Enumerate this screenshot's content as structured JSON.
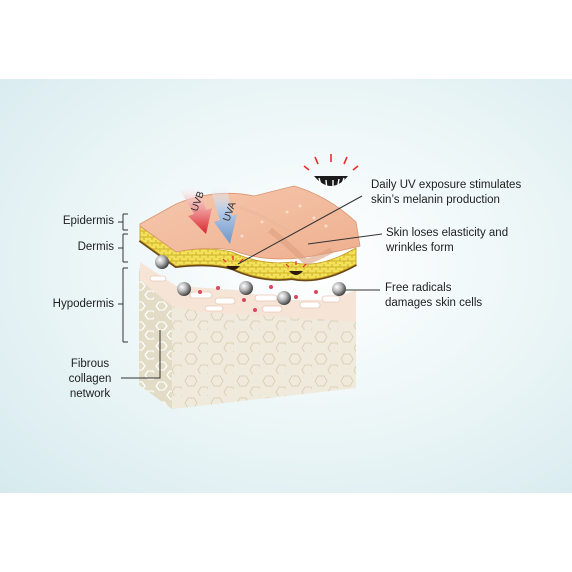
{
  "labels": {
    "epidermis": "Epidermis",
    "dermis": "Dermis",
    "hypodermis": "Hypodermis",
    "fibrous": [
      "Fibrous",
      "collagen",
      "network"
    ],
    "uv_exposure": [
      "Daily UV exposure stimulates",
      "skin’s melanin production"
    ],
    "elasticity": [
      "Skin loses elasticity and",
      "wrinkles form"
    ],
    "free_radicals": [
      "Free radicals",
      "damages skin cells"
    ]
  },
  "arrows": {
    "uvb": "UVB",
    "uva": "UVA"
  },
  "colors": {
    "background": "#dcedf0",
    "uvb": "#d9262c",
    "uva": "#6e97c9",
    "skin_surface": "#f1b69a",
    "cells": "#f2e054",
    "hypodermis": "#efeadb"
  },
  "icons": {
    "melanin": "melanin-burst-icon",
    "free_radical": "free-radical-sphere-icon"
  }
}
